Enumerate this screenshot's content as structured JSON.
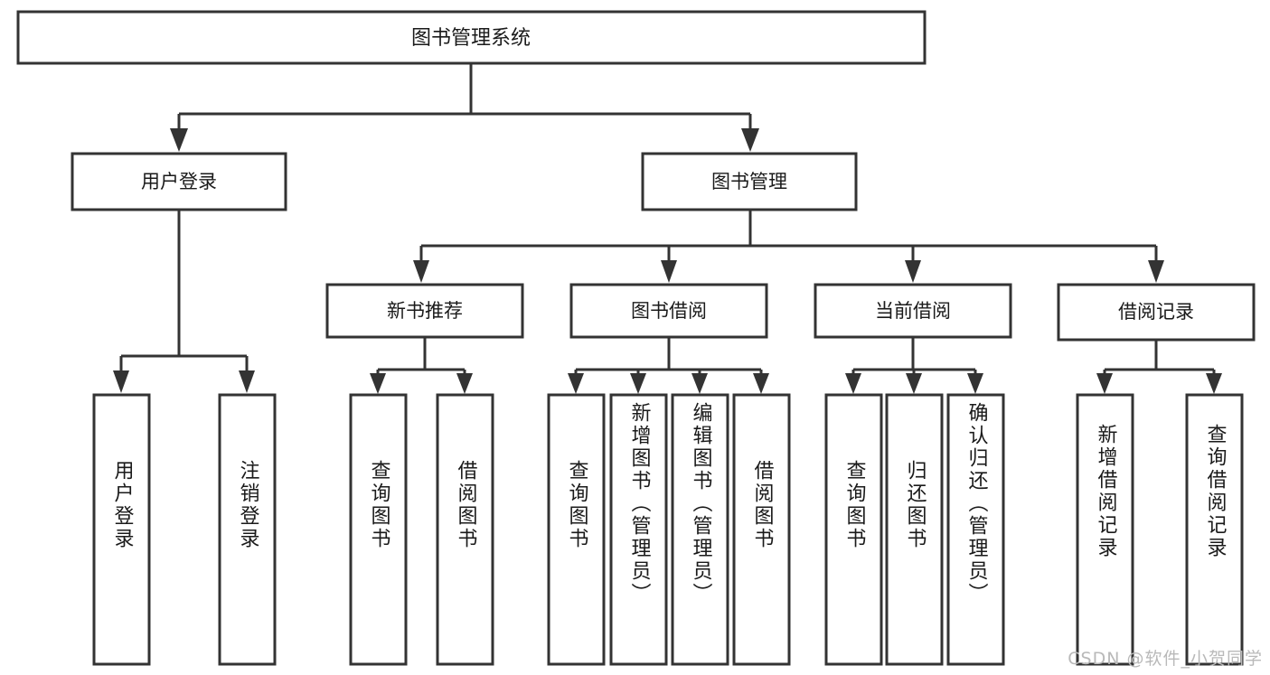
{
  "diagram": {
    "type": "tree-hierarchy",
    "title": "图书管理系统",
    "watermark": "CSDN @软件_小贺同学",
    "colors": {
      "box_stroke": "#333333",
      "box_fill": "#ffffff",
      "text": "#1a1a1a",
      "background": "#ffffff",
      "watermark": "#b9b9b9"
    },
    "root": {
      "label": "图书管理系统",
      "level": 1
    },
    "level2": [
      {
        "label": "用户登录",
        "level": 2
      },
      {
        "label": "图书管理",
        "level": 2
      }
    ],
    "level3": [
      {
        "label": "新书推荐",
        "level": 3,
        "parent": "图书管理"
      },
      {
        "label": "图书借阅",
        "level": 3,
        "parent": "图书管理"
      },
      {
        "label": "当前借阅",
        "level": 3,
        "parent": "图书管理"
      },
      {
        "label": "借阅记录",
        "level": 3,
        "parent": "图书管理"
      }
    ],
    "leaves": [
      {
        "label": "用户登录",
        "parent": "用户登录",
        "group": 1
      },
      {
        "label": "注销登录",
        "parent": "用户登录",
        "group": 1
      },
      {
        "label": "查询图书",
        "parent": "新书推荐",
        "group": 2
      },
      {
        "label": "借阅图书",
        "parent": "新书推荐",
        "group": 2
      },
      {
        "label": "查询图书",
        "parent": "图书借阅",
        "group": 3
      },
      {
        "label": "新增图书（管理员）",
        "parent": "图书借阅",
        "group": 3
      },
      {
        "label": "编辑图书（管理员）",
        "parent": "图书借阅",
        "group": 3
      },
      {
        "label": "借阅图书",
        "parent": "图书借阅",
        "group": 3
      },
      {
        "label": "查询图书",
        "parent": "当前借阅",
        "group": 4
      },
      {
        "label": "归还图书",
        "parent": "当前借阅",
        "group": 4
      },
      {
        "label": "确认归还（管理员）",
        "parent": "当前借阅",
        "group": 4
      },
      {
        "label": "新增借阅记录",
        "parent": "借阅记录",
        "group": 5
      },
      {
        "label": "查询借阅记录",
        "parent": "借阅记录",
        "group": 5
      }
    ]
  }
}
